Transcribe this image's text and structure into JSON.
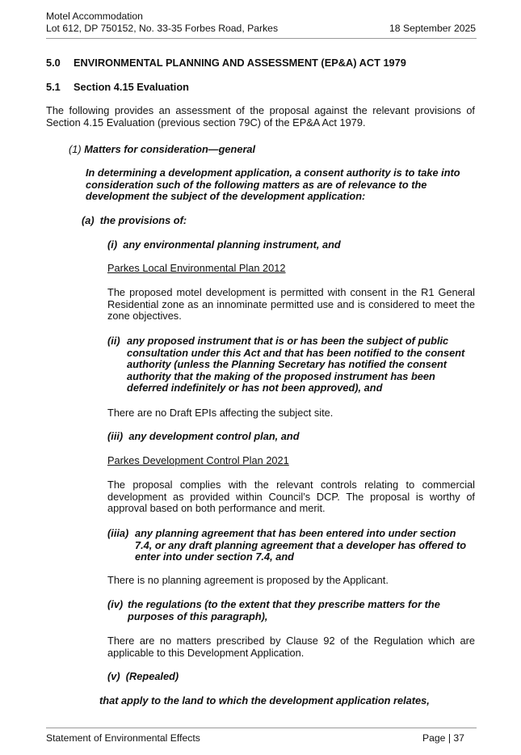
{
  "header": {
    "line1": "Motel Accommodation",
    "line2": "Lot 612, DP 750152, No. 33-35 Forbes Road, Parkes",
    "date": "18 September 2025"
  },
  "section": {
    "number": "5.0",
    "title": "ENVIRONMENTAL PLANNING AND ASSESSMENT (EP&A) ACT 1979"
  },
  "subsection": {
    "number": "5.1",
    "title": "Section 4.15 Evaluation"
  },
  "intro": "The following provides an assessment of the proposal against the relevant provisions of Section 4.15 Evaluation (previous section 79C) of the EP&A Act 1979.",
  "clause1": {
    "label": "(1)",
    "title": "Matters for consideration—general"
  },
  "clause1_text": "In determining a development application, a consent authority is to take into consideration such of the following matters as are of relevance to the development the subject of the development application:",
  "para_a": {
    "label": "(a)",
    "text": "the provisions of:"
  },
  "item_i": {
    "label": "(i)",
    "text": "any environmental planning instrument, and",
    "plan": "Parkes Local Environmental Plan 2012",
    "response": "The proposed motel development is permitted with consent in the R1 General Residential zone as an innominate permitted use and is considered to meet the zone objectives."
  },
  "item_ii": {
    "label": "(ii)",
    "text": "any proposed instrument that is or has been the subject of public consultation under this Act and that has been notified to the consent authority (unless the Planning Secretary has notified the consent authority that the making of the proposed instrument has been deferred indefinitely or has not been approved), and",
    "response": "There are no Draft EPIs affecting the subject site."
  },
  "item_iii": {
    "label": "(iii)",
    "text": "any development control plan, and",
    "plan": "Parkes Development Control Plan 2021",
    "response": "The proposal complies with the relevant controls relating to commercial development as provided within Council’s DCP. The proposal is worthy of approval based on both performance and merit."
  },
  "item_iiia": {
    "label": "(iiia)",
    "text": "any planning agreement that has been entered into under section 7.4, or any draft planning agreement that a developer has offered to enter into under section 7.4, and",
    "response": "There is no planning agreement is proposed by the Applicant."
  },
  "item_iv": {
    "label": "(iv)",
    "text": "the regulations (to the extent that they prescribe matters for the purposes of this paragraph),",
    "response": "There are no matters prescribed by Clause 92 of the Regulation which are applicable to this Development Application."
  },
  "item_v": {
    "label": "(v)",
    "text": "(Repealed)"
  },
  "closing": "that apply to the land to which the development application relates,",
  "footer": {
    "title": "Statement of Environmental Effects",
    "page": "Page | 37"
  }
}
